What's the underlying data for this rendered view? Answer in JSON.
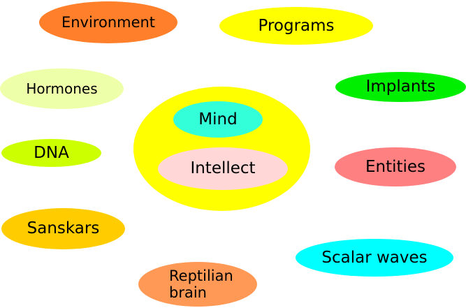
{
  "diagram": {
    "core": {
      "color": "#ffff00",
      "inner": {
        "mind": {
          "label": "Mind",
          "color": "#33ffd9"
        },
        "intellect": {
          "label": "Intellect",
          "color": "#ffd7d7"
        }
      }
    },
    "nodes": {
      "environment": {
        "label": "Environment",
        "color": "#ff7f2a"
      },
      "programs": {
        "label": "Programs",
        "color": "#ffff00"
      },
      "hormones": {
        "label": "Hormones",
        "color": "#eeffaa"
      },
      "implants": {
        "label": "Implants",
        "color": "#00ee00"
      },
      "dna": {
        "label": "DNA",
        "color": "#ccff00"
      },
      "entities": {
        "label": "Entities",
        "color": "#ff8080"
      },
      "sanskars": {
        "label": "Sanskars",
        "color": "#ffcc00"
      },
      "scalar_waves": {
        "label": "Scalar waves",
        "color": "#00ffff"
      },
      "reptilian_brain": {
        "label": "Reptilian\nbrain",
        "color": "#ff9955"
      }
    }
  }
}
